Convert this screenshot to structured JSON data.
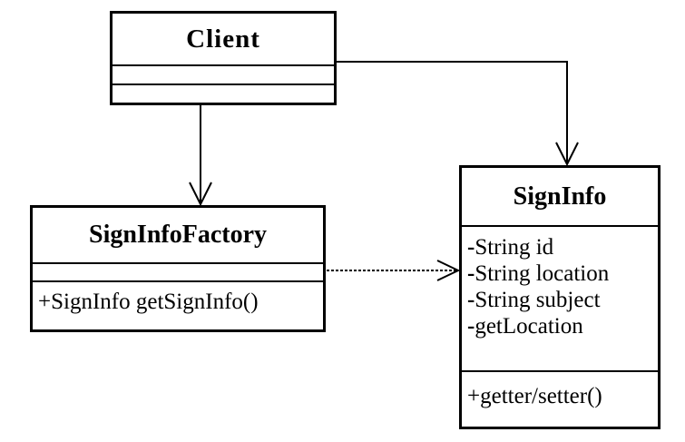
{
  "diagram": {
    "classes": {
      "client": {
        "name": "Client",
        "attributes": [],
        "operations": []
      },
      "factory": {
        "name": "SignInfoFactory",
        "attributes": [],
        "operations": [
          {
            "visibility": "+",
            "text": "SignInfo getSignInfo()"
          }
        ]
      },
      "signinfo": {
        "name": "SignInfo",
        "attributes": [
          {
            "visibility": "-",
            "text": "String id"
          },
          {
            "visibility": "-",
            "text": "String location"
          },
          {
            "visibility": "-",
            "text": "String subject"
          },
          {
            "visibility": "-",
            "text": "getLocation"
          }
        ],
        "operations": [
          {
            "visibility": "+",
            "text": "getter/setter()"
          }
        ]
      }
    },
    "relationships": [
      {
        "from": "Client",
        "to": "SignInfoFactory",
        "type": "association"
      },
      {
        "from": "Client",
        "to": "SignInfo",
        "type": "association"
      },
      {
        "from": "SignInfoFactory",
        "to": "SignInfo",
        "type": "dependency"
      }
    ],
    "colors": {
      "stroke": "#000000",
      "background": "#ffffff"
    }
  }
}
